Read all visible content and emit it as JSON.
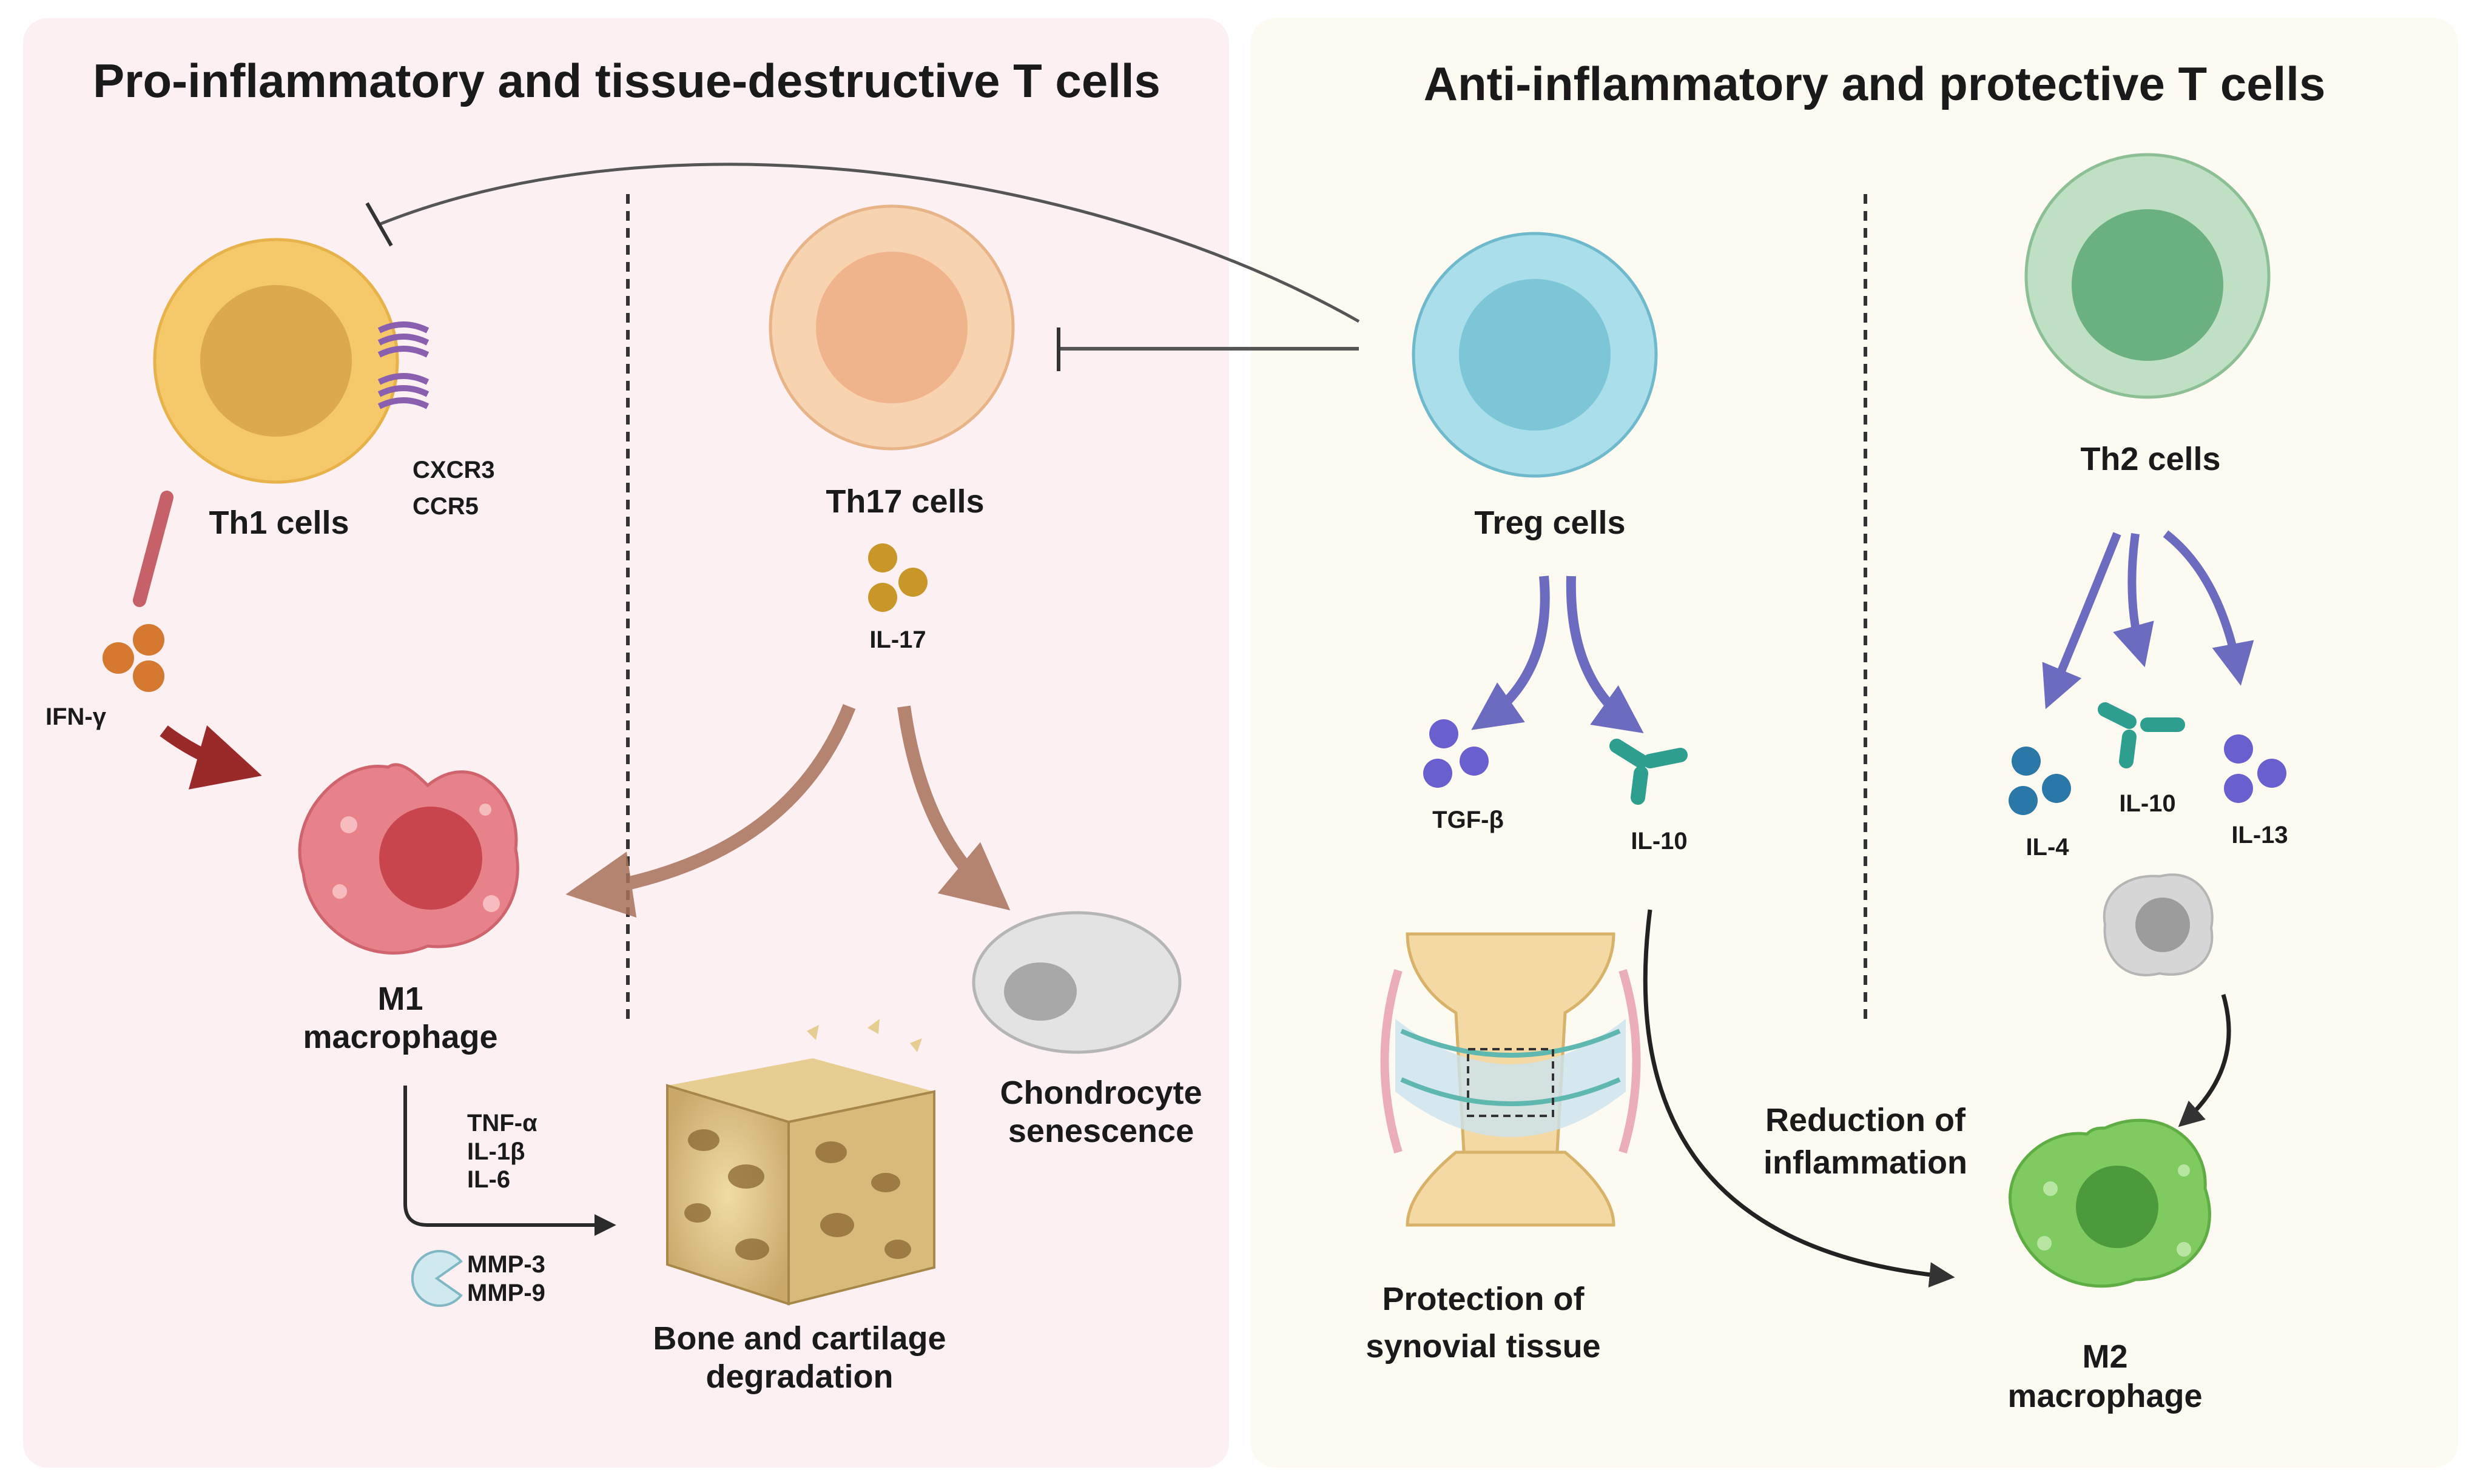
{
  "left_panel": {
    "title": "Pro-inflammatory and tissue-destructive T cells"
  },
  "right_panel": {
    "title": "Anti-inflammatory and protective T cells"
  },
  "th1": {
    "label": "Th1 cells",
    "receptors": [
      "CXCR3",
      "CCR5"
    ],
    "cytokine": "IFN-γ"
  },
  "th17": {
    "label": "Th17 cells",
    "cytokine": "IL-17"
  },
  "treg": {
    "label": "Treg cells",
    "cytokines": [
      "TGF-β",
      "IL-10"
    ]
  },
  "th2": {
    "label": "Th2 cells",
    "cytokines": [
      "IL-4",
      "IL-10",
      "IL-13"
    ]
  },
  "m1": {
    "label": [
      "M1",
      "macrophage"
    ],
    "cytokines": [
      "TNF-α",
      "IL-1β",
      "IL-6"
    ],
    "enzymes": [
      "MMP-3",
      "MMP-9"
    ]
  },
  "bone": {
    "label": [
      "Bone and cartilage",
      "degradation"
    ]
  },
  "chondro": {
    "label": [
      "Chondrocyte",
      "senescence"
    ]
  },
  "synovial": {
    "label": [
      "Protection of",
      "synovial tissue"
    ]
  },
  "reduction": {
    "label": [
      "Reduction of",
      "inflammation"
    ]
  },
  "m2": {
    "label": [
      "M2",
      "macrophage"
    ]
  },
  "colors": {
    "left_bg": "#fcf0f2",
    "right_bg": "#fdfaf2",
    "th1": "#f5c96a",
    "th17": "#f3c49a",
    "treg": "#8fd0e0",
    "th2": "#9fcfa6",
    "m1": "#e8828a",
    "m2": "#7fcb60",
    "purple_arrow": "#6b6bc0"
  }
}
